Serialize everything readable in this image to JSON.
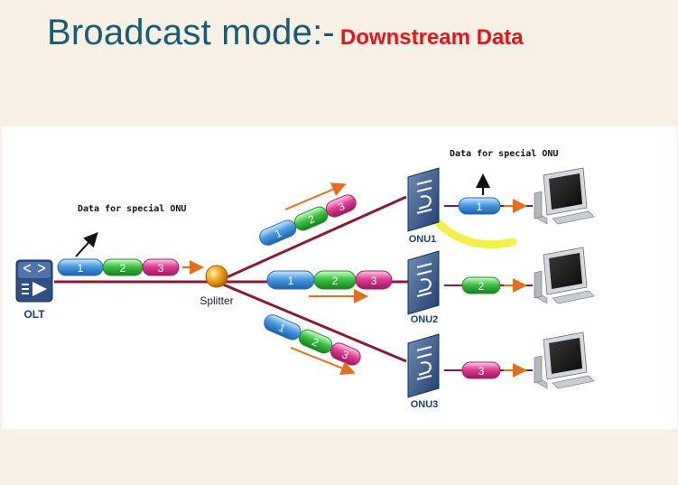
{
  "title": {
    "main": "Broadcast mode:-",
    "sub": "Downstream Data"
  },
  "notes": {
    "olt_note": "Data for special ONU",
    "onu_note": "Data for special ONU"
  },
  "labels": {
    "olt": "OLT",
    "splitter": "Splitter",
    "onu1": "ONU1",
    "onu2": "ONU2",
    "onu3": "ONU3"
  },
  "packets": {
    "olt": [
      "1",
      "2",
      "3"
    ],
    "branch_top": [
      "1",
      "2",
      "3"
    ],
    "branch_mid": [
      "1",
      "2",
      "3"
    ],
    "branch_bottom": [
      "1",
      "2",
      "3"
    ],
    "onu1_out": "1",
    "onu2_out": "2",
    "onu3_out": "3"
  },
  "colors": {
    "title": "#1a5a73",
    "subtitle": "#e5141b",
    "fiber": "#8a1a3a",
    "packet_blue": "#3f8fd6",
    "packet_green": "#35b840",
    "packet_pink": "#d8388f",
    "arrow": "#e07020",
    "highlight": "#f2ee3a"
  }
}
